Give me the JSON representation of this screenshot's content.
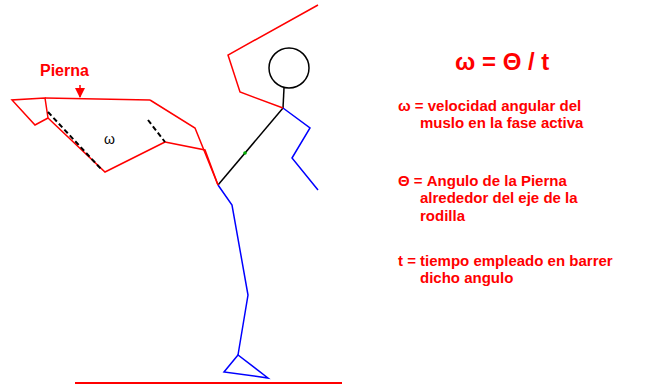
{
  "diagram": {
    "title": "ω = Θ / t",
    "labels": [
      "Pierna",
      "ω",
      "ω = velocidad angular del muslo en la fase activa",
      "Θ = Angulo de la Pierna alrededor del eje de la rodilla",
      "t = tiempo empleado en barrer dicho angulo"
    ]
  }
}
